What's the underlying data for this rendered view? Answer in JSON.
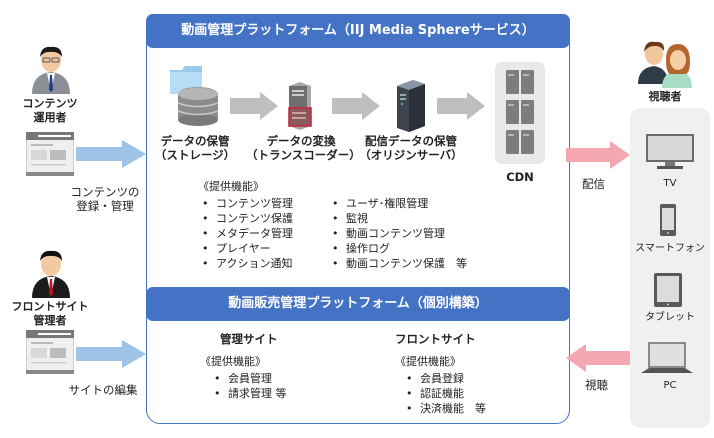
{
  "platform_title": "動画管理プラットフォーム（IIJ Media Sphereサービス）",
  "sales_platform_title": "動画販売管理プラットフォーム（個別構築）",
  "actors": {
    "content_operator": {
      "line1": "コンテンツ",
      "line2": "運用者",
      "icon": "businessman-icon"
    },
    "content_action": {
      "line1": "コンテンツの",
      "line2": "登録・管理"
    },
    "front_admin": {
      "line1": "フロントサイト",
      "line2": "管理者",
      "icon": "businessman-red-tie-icon"
    },
    "front_action": "サイトの編集",
    "viewers": {
      "label": "視聴者",
      "icon": "couple-icon"
    }
  },
  "pipeline": [
    {
      "line1": "データの保管",
      "line2": "（ストレージ）",
      "icon": "database-folder-icon"
    },
    {
      "line1": "データの変換",
      "line2": "（トランスコーダー）",
      "icon": "server-rack-icon"
    },
    {
      "line1": "配信データの保管",
      "line2": "（オリジンサーバ）",
      "icon": "server-tower-icon"
    },
    {
      "line1": "CDN",
      "icon": "server-cluster-icon"
    }
  ],
  "features": {
    "heading": "《提供機能》",
    "col1": [
      "コンテンツ管理",
      "コンテンツ保護",
      "メタデータ管理",
      "プレイヤー",
      "アクション通知"
    ],
    "col2": [
      "ユーザ･権限管理",
      "監視",
      "動画コンテンツ管理",
      "操作ログ",
      "動画コンテンツ保護　等"
    ]
  },
  "admin_site": {
    "title": "管理サイト",
    "heading": "《提供機能》",
    "items": [
      "会員管理",
      "請求管理 等"
    ]
  },
  "front_site": {
    "title": "フロントサイト",
    "heading": "《提供機能》",
    "items": [
      "会員登録",
      "認証機能",
      "決済機能　等"
    ]
  },
  "flows": {
    "delivery": "配信",
    "viewing": "視聴"
  },
  "devices": [
    {
      "label": "TV",
      "icon": "tv-icon"
    },
    {
      "label": "スマートフォン",
      "icon": "smartphone-icon"
    },
    {
      "label": "タブレット",
      "icon": "tablet-icon"
    },
    {
      "label": "PC",
      "icon": "laptop-icon"
    }
  ],
  "colors": {
    "accent_blue": "#4472c4",
    "inbound_arrow": "#9dc3e6",
    "outbound_arrow": "#f4a7b0",
    "pipeline_arrow": "#bfbfbf"
  }
}
